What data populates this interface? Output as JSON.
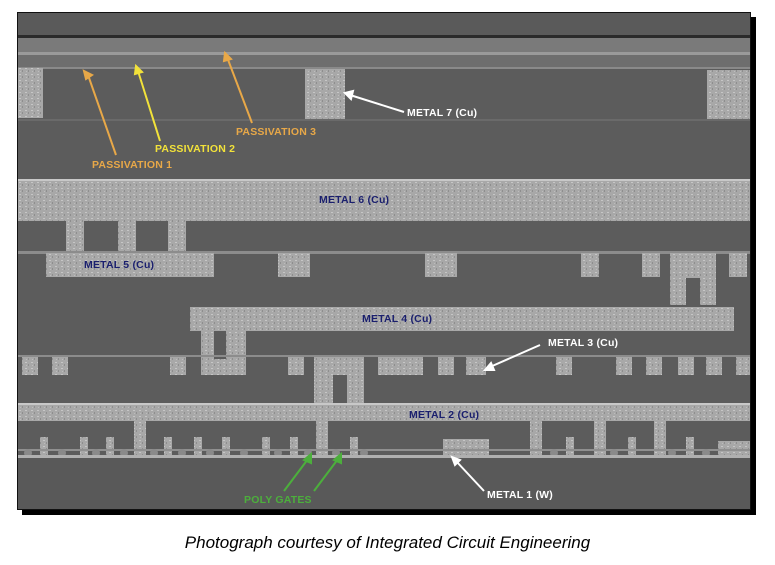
{
  "labels": {
    "passivation_1": "PASSIVATION 1",
    "passivation_2": "PASSIVATION 2",
    "passivation_3": "PASSIVATION 3",
    "metal_7": "METAL 7 (Cu)",
    "metal_6": "METAL 6 (Cu)",
    "metal_5": "METAL 5 (Cu)",
    "metal_4": "METAL 4 (Cu)",
    "metal_3": "METAL 3 (Cu)",
    "metal_2": "METAL 2 (Cu)",
    "metal_1": "METAL 1 (W)",
    "poly_gates": "POLY GATES"
  },
  "caption": "Photograph courtesy of Integrated Circuit Engineering",
  "colors": {
    "passivation_1": "#e8a848",
    "passivation_2": "#f2e23a",
    "passivation_3": "#e8a848",
    "metal_label": "#1a1f6e",
    "white_label": "#ffffff",
    "poly_gates": "#4caf3c",
    "metal": "#a9a9a9",
    "oxide": "#5c5c5c"
  }
}
